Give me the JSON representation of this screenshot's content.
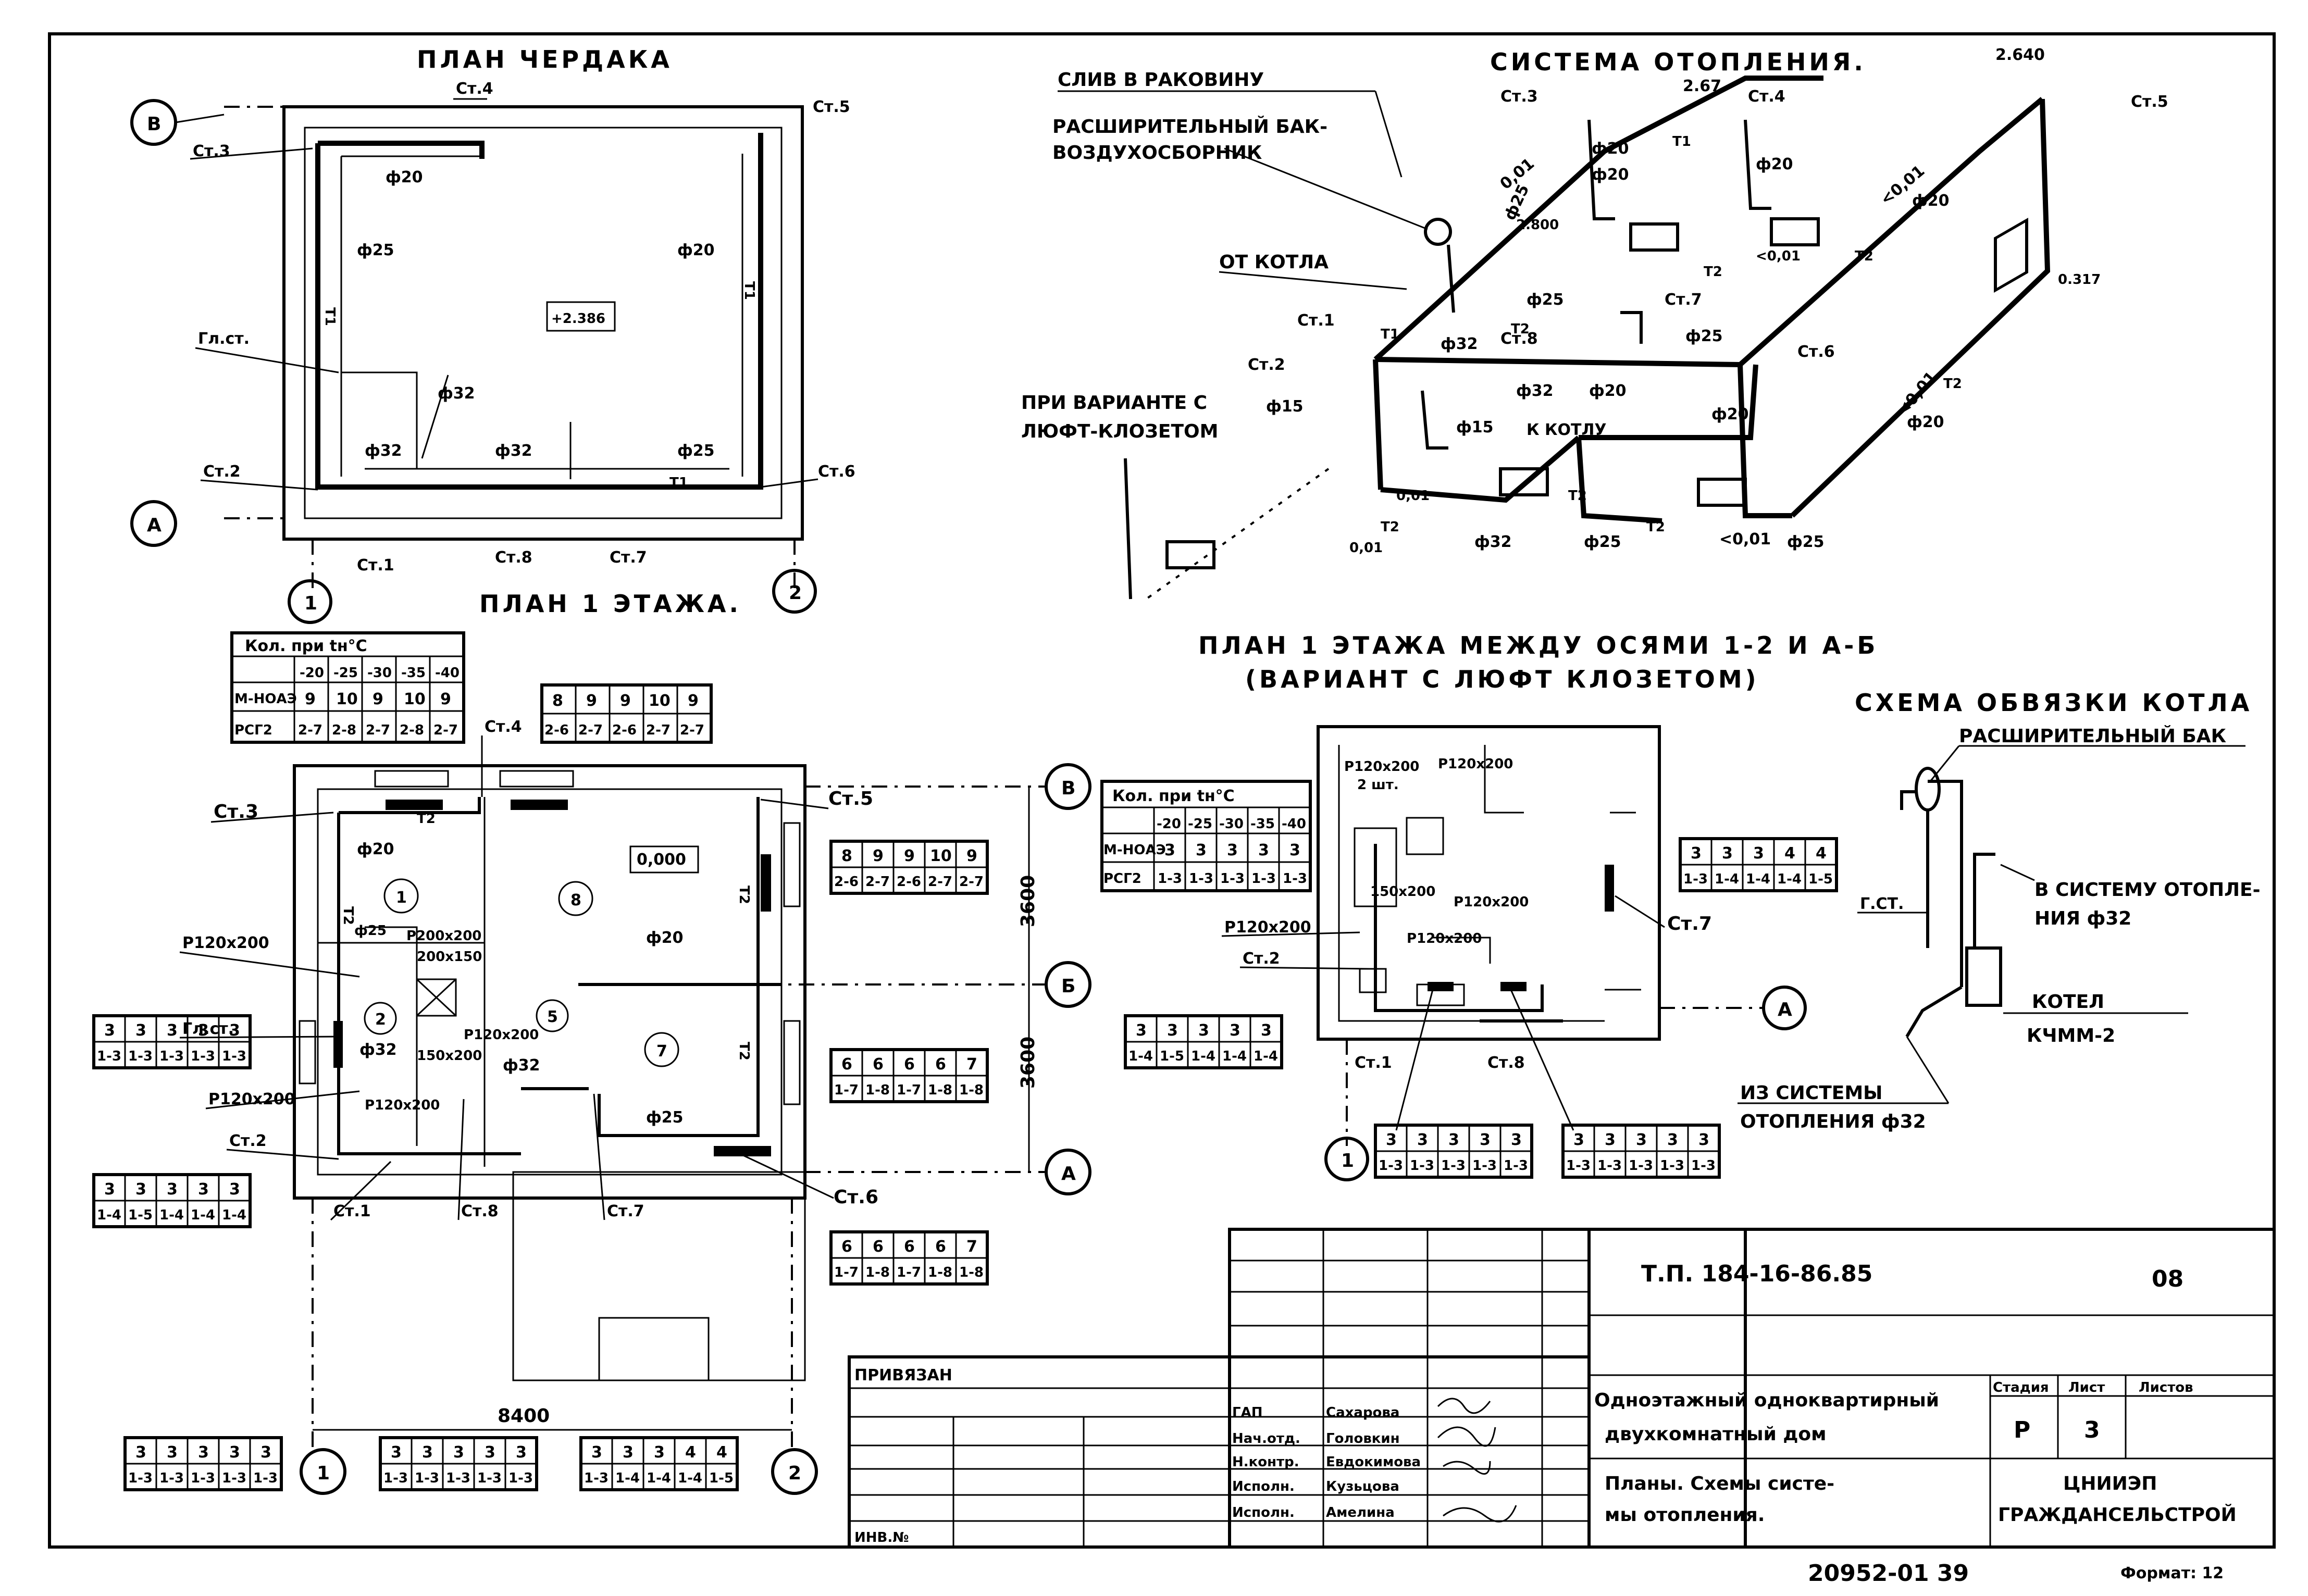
{
  "titles": {
    "attic_plan": "ПЛАН ЧЕРДАКА",
    "floor1_plan": "ПЛАН 1 ЭТАЖА.",
    "heating_system": "СИСТЕМА ОТОПЛЕНИЯ.",
    "floor1_between_axes_line1": "ПЛАН 1 ЭТАЖА МЕЖДУ ОСЯМИ 1-2 И А-Б",
    "floor1_between_axes_line2": "(ВАРИАНТ С ЛЮФТ КЛОЗЕТОМ)",
    "boiler_scheme": "СХЕМА ОБВЯЗКИ КОТЛА"
  },
  "attic": {
    "level": "+2.386",
    "st3": "Ст.3",
    "st4": "Ст.4",
    "st5": "Ст.5",
    "st2": "Ст.2",
    "st6": "Ст.6",
    "st1": "Ст.1",
    "st8": "Ст.8",
    "st7": "Ст.7",
    "gl_st": "Гл.ст.",
    "d20a": "ф20",
    "d25a": "ф25",
    "d20b": "ф20",
    "d32a": "ф32",
    "d32b": "ф32",
    "d32c": "ф32",
    "d25b": "ф25",
    "t1a": "Т1",
    "t1b": "Т1",
    "t1c": "Т1",
    "axis_v": "В",
    "axis_a": "А",
    "axis_1": "1",
    "axis_2": "2"
  },
  "heating": {
    "drain": "СЛИВ В РАКОВИНУ",
    "tank_line1": "РАСШИРИТЕЛЬНЫЙ БАК-",
    "tank_line2": "ВОЗДУХОСБОРНИК",
    "from_boiler": "ОТ КОТЛА",
    "to_boiler": "К КОТЛУ",
    "variant_line1": "ПРИ ВАРИАНТЕ С",
    "variant_line2": "ЛЮФТ-КЛОЗЕТОМ",
    "st1": "Ст.1",
    "st2": "Ст.2",
    "st3": "Ст.3",
    "st4": "Ст.4",
    "st5": "Ст.5",
    "st6": "Ст.6",
    "st7": "Ст.7",
    "st8": "Ст.8",
    "h2640": "2.640",
    "h267": "2.67",
    "h2800": "2.800",
    "h0317": "0.317",
    "slope1": "0,01",
    "slope2": "0,01",
    "slope3": "<0,01",
    "slope4": "<0,01",
    "slope5": "<0,01",
    "slope6": "<0,01",
    "slope7": "0,01",
    "d20a": "ф20",
    "d20b": "ф20",
    "d20c": "ф20",
    "d20d": "ф20",
    "d20e": "ф20",
    "d20f": "ф20",
    "d20g": "ф20",
    "d25a": "ф25",
    "d25b": "ф25",
    "d25c": "ф25",
    "d25d": "ф25",
    "d25e": "ф25",
    "d32a": "ф32",
    "d32b": "ф32",
    "d32c": "ф32",
    "d15a": "ф15",
    "d15b": "ф15",
    "t1a": "Т1",
    "t1b": "Т1",
    "t2a": "Т2",
    "t2b": "Т2",
    "t2c": "Т2",
    "t2d": "Т2",
    "t2e": "Т2",
    "t2f": "Т2",
    "t2g": "Т2"
  },
  "count_table_main": {
    "header": "Кол. при tн°С",
    "temps": [
      "-20",
      "-25",
      "-30",
      "-35",
      "-40"
    ],
    "row1_label": "М-НОАЭ",
    "row1": [
      "9",
      "10",
      "9",
      "10",
      "9"
    ],
    "row2_label": "РСГ2",
    "row2": [
      "2-7",
      "2-8",
      "2-7",
      "2-8",
      "2-7"
    ]
  },
  "count_table_side": {
    "top": [
      "8",
      "9",
      "9",
      "10",
      "9"
    ],
    "bottom": [
      "2-6",
      "2-7",
      "2-6",
      "2-7",
      "2-7"
    ]
  },
  "floor1": {
    "level": "0,000",
    "st3": "Ст.3",
    "st4": "Ст.4",
    "st5": "Ст.5",
    "st2": "Ст.2",
    "st1": "Ст.1",
    "st8": "Ст.8",
    "st7": "Ст.7",
    "st6": "Ст.6",
    "gl_st": "Гл.ст.",
    "r1": "Р120x200",
    "r2": "Р200x200",
    "r3": "200x150",
    "r4": "Р120x200",
    "r5": "Р120x200",
    "r6": "150x200",
    "r7": "Р120x200",
    "d20a": "ф20",
    "d20b": "ф20",
    "d25a": "ф25",
    "d25b": "ф25",
    "d32a": "ф32",
    "d32b": "ф32",
    "t2a": "Т2",
    "t2b": "Т2",
    "t2c": "Т2",
    "t2d": "Т2",
    "room1": "1",
    "room2": "2",
    "room5": "5",
    "room7": "7",
    "room8": "8",
    "dim_8400": "8400",
    "dim_3600a": "3600",
    "dim_3600b": "3600",
    "axis_v": "В",
    "axis_b": "Б",
    "axis_a": "А",
    "axis_1": "1",
    "axis_2": "2"
  },
  "tables_floor1": {
    "t_right_top": {
      "top": [
        "8",
        "9",
        "9",
        "10",
        "9"
      ],
      "bottom": [
        "2-6",
        "2-7",
        "2-6",
        "2-7",
        "2-7"
      ]
    },
    "t_right_mid": {
      "top": [
        "6",
        "6",
        "6",
        "6",
        "7"
      ],
      "bottom": [
        "1-7",
        "1-8",
        "1-7",
        "1-8",
        "1-8"
      ]
    },
    "t_right_bot": {
      "top": [
        "6",
        "6",
        "6",
        "6",
        "7"
      ],
      "bottom": [
        "1-7",
        "1-8",
        "1-7",
        "1-8",
        "1-8"
      ]
    },
    "t_left_top": {
      "top": [
        "3",
        "3",
        "3",
        "3",
        "3"
      ],
      "bottom": [
        "1-3",
        "1-3",
        "1-3",
        "1-3",
        "1-3"
      ]
    },
    "t_left_bot": {
      "top": [
        "3",
        "3",
        "3",
        "3",
        "3"
      ],
      "bottom": [
        "1-4",
        "1-5",
        "1-4",
        "1-4",
        "1-4"
      ]
    },
    "t_bottom_1": {
      "top": [
        "3",
        "3",
        "3",
        "3",
        "3"
      ],
      "bottom": [
        "1-3",
        "1-3",
        "1-3",
        "1-3",
        "1-3"
      ]
    },
    "t_bottom_2": {
      "top": [
        "3",
        "3",
        "3",
        "3",
        "3"
      ],
      "bottom": [
        "1-3",
        "1-3",
        "1-3",
        "1-3",
        "1-3"
      ]
    },
    "t_bottom_3": {
      "top": [
        "3",
        "3",
        "3",
        "4",
        "4"
      ],
      "bottom": [
        "1-3",
        "1-4",
        "1-4",
        "1-4",
        "1-5"
      ]
    }
  },
  "variant": {
    "header": "Кол. при tн°С",
    "temps": [
      "-20",
      "-25",
      "-30",
      "-35",
      "-40"
    ],
    "row1_label": "М-НОАЭ",
    "row1": [
      "3",
      "3",
      "3",
      "3",
      "3"
    ],
    "row2_label": "РСГ2",
    "row2": [
      "1-3",
      "1-3",
      "1-3",
      "1-3",
      "1-3"
    ],
    "t_side": {
      "top": [
        "3",
        "3",
        "3",
        "4",
        "4"
      ],
      "bottom": [
        "1-3",
        "1-4",
        "1-4",
        "1-4",
        "1-5"
      ]
    },
    "t_left": {
      "top": [
        "3",
        "3",
        "3",
        "3",
        "3"
      ],
      "bottom": [
        "1-4",
        "1-5",
        "1-4",
        "1-4",
        "1-4"
      ]
    },
    "t_bot1": {
      "top": [
        "3",
        "3",
        "3",
        "3",
        "3"
      ],
      "bottom": [
        "1-3",
        "1-3",
        "1-3",
        "1-3",
        "1-3"
      ]
    },
    "t_bot2": {
      "top": [
        "3",
        "3",
        "3",
        "3",
        "3"
      ],
      "bottom": [
        "1-3",
        "1-3",
        "1-3",
        "1-3",
        "1-3"
      ]
    },
    "r1": "Р120x200",
    "r1b": "2 шт.",
    "r2": "Р120x200",
    "r3": "150x200",
    "r4": "Р120x200",
    "r5": "Р120x200",
    "r6": "Р120x200",
    "st2": "Ст.2",
    "st1": "Ст.1",
    "st8": "Ст.8",
    "st7": "Ст.7",
    "axis_a": "А",
    "axis_1": "1"
  },
  "boiler": {
    "tank": "РАСШИРИТЕЛЬНЫЙ БАК",
    "g_st": "Г.СТ.",
    "to_system1": "В СИСТЕМУ ОТОПЛЕ-",
    "to_system2": "НИЯ ф32",
    "boiler1": "КОТЕЛ",
    "boiler2": "КЧММ-2",
    "from_system1": "ИЗ СИСТЕМЫ",
    "from_system2": "ОТОПЛЕНИЯ ф32"
  },
  "stamp": {
    "code": "Т.П. 184-16-86.85",
    "sheet_code": "08",
    "privyazan": "ПРИВЯЗАН",
    "inv": "ИНВ.№",
    "roles": [
      "ГАП",
      "Нач.отд.",
      "Н.контр.",
      "Исполн.",
      "Исполн."
    ],
    "names": [
      "Сахарова",
      "Головкин",
      "Евдокимова",
      "Кузьцова",
      "Амелина"
    ],
    "title_line1": "Одноэтажный одноквартирный",
    "title_line2": "двухкомнатный дом",
    "sheet_line1": "Планы. Схемы систе-",
    "sheet_line2": "мы отопления.",
    "stage_hdr": "Стадия",
    "list_hdr": "Лист",
    "lists_hdr": "Листов",
    "stage": "Р",
    "list": "3",
    "org_line1": "ЦНИИЭП",
    "org_line2": "ГРАЖДАНСЕЛЬСТРОЙ",
    "footer_num": "20952-01 39",
    "format": "Формат: 12"
  }
}
